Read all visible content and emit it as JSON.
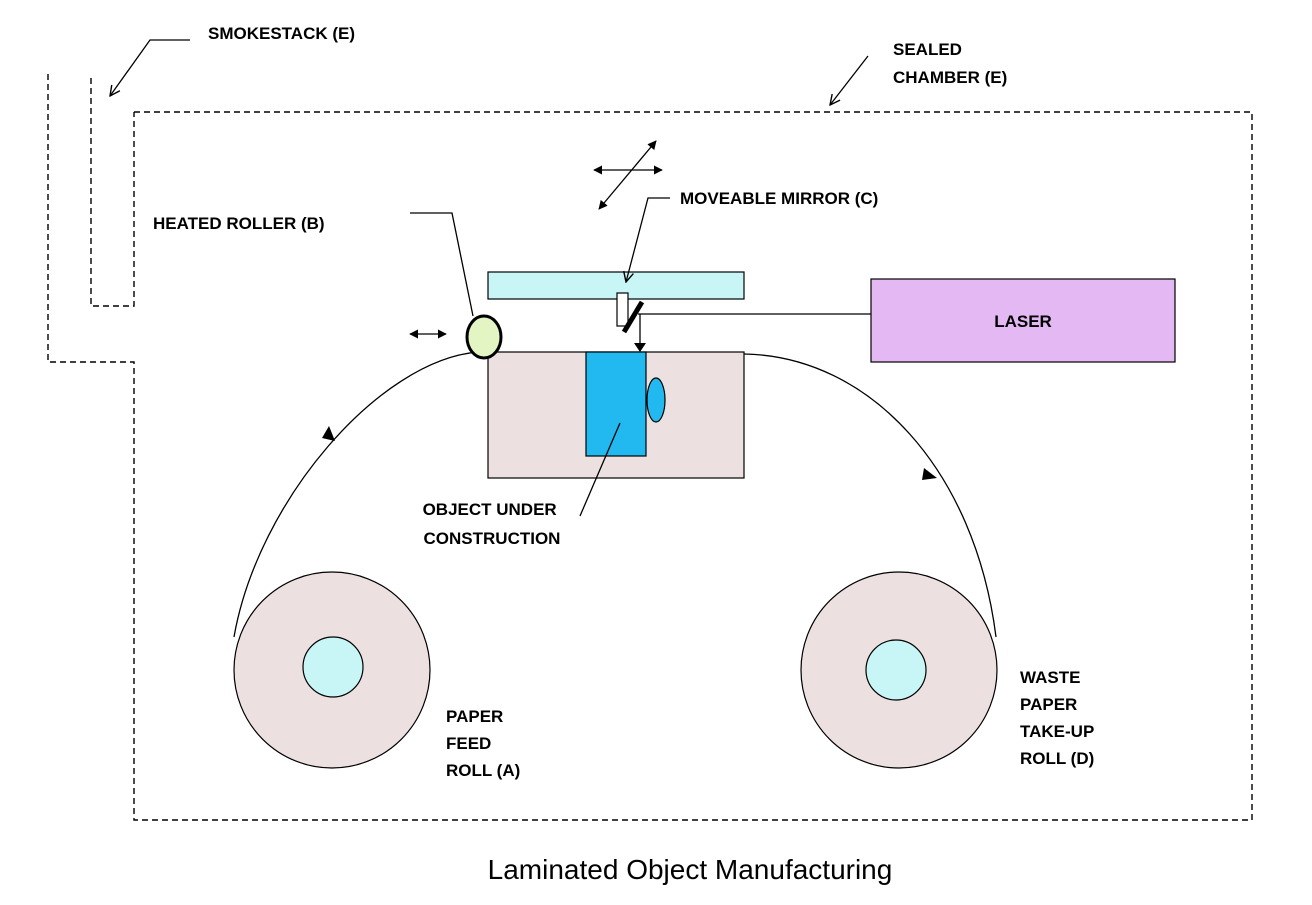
{
  "title": "Laminated Object Manufacturing",
  "labels": {
    "smokestack": "SMOKESTACK (E)",
    "sealed_chamber": [
      "SEALED",
      "CHAMBER (E)"
    ],
    "moveable_mirror": "MOVEABLE MIRROR (C)",
    "heated_roller": "HEATED ROLLER (B)",
    "laser": "LASER",
    "object": [
      "OBJECT UNDER",
      "CONSTRUCTION"
    ],
    "paper_feed": [
      "PAPER",
      "FEED",
      "ROLL (A)"
    ],
    "waste_roll": [
      "WASTE",
      "PAPER",
      "TAKE-UP",
      "ROLL (D)"
    ]
  },
  "colors": {
    "background": "#ffffff",
    "platform": "#ede0e0",
    "roll": "#ede0e0",
    "roll_core": "#c8f5f5",
    "mirror_gantry": "#c8f5f5",
    "object": "#22b8f0",
    "laser": "#e4b8f2",
    "heated_roller": "#e4f5c4",
    "line": "#000000"
  }
}
